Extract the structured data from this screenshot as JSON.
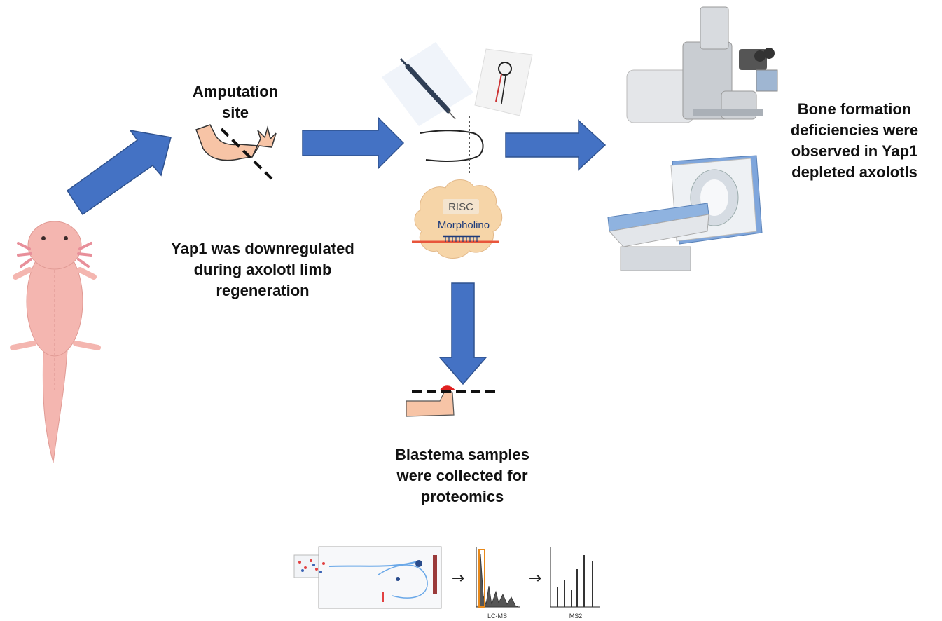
{
  "labels": {
    "amputation_site": "Amputation\nsite",
    "yap1_downregulated": "Yap1 was downregulated\nduring axolotl limb\nregeneration",
    "bone_formation": "Bone formation\ndeficiencies were\nobserved  in Yap1\ndepleted axolotls",
    "blastema_samples": "Blastema samples\nwere collected for\nproteomics"
  },
  "complex": {
    "risc": "RISC",
    "morpholino": "Morpholino"
  },
  "proteomics": {
    "lcms": "LC-MS",
    "ms2": "MS2",
    "step_arrow": "→"
  },
  "colors": {
    "arrow_fill": "#4472C4",
    "arrow_stroke": "#2F528F",
    "axolotl_body": "#F4B6B0",
    "limb_skin": "#F7C4A6",
    "complex_fill": "#F6D5A8",
    "rna_strand": "#E8553B",
    "mri_blue": "#7FA6DC"
  }
}
